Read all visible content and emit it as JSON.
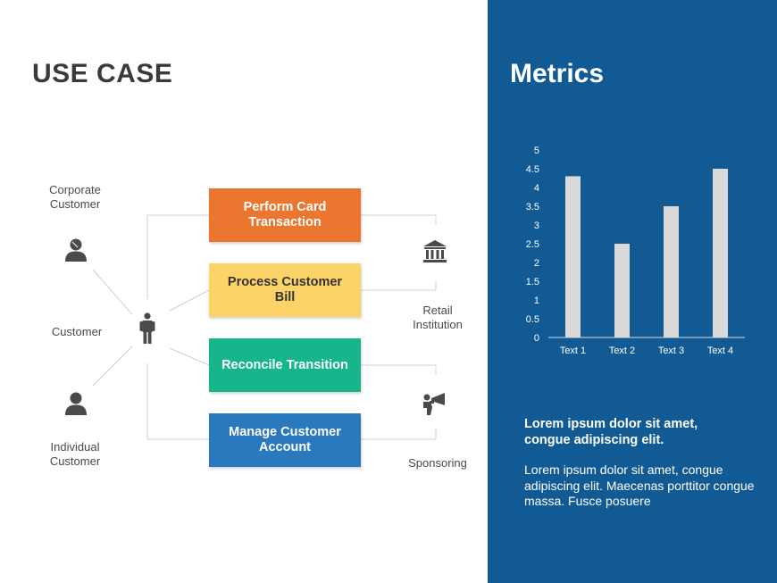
{
  "left": {
    "title": "USE CASE",
    "actors": {
      "corporate": "Corporate\nCustomer",
      "customer": "Customer",
      "individual": "Individual\nCustomer",
      "retail": "Retail\nInstitution",
      "sponsoring": "Sponsoring"
    },
    "use_cases": [
      {
        "label": "Perform Card Transaction",
        "color": "#ea7630"
      },
      {
        "label": "Process Customer Bill",
        "color": "#fcd367"
      },
      {
        "label": "Reconcile Transition",
        "color": "#17b58c"
      },
      {
        "label": "Manage Customer Account",
        "color": "#2a78be"
      }
    ],
    "icons": [
      "user-icon",
      "person-icon",
      "bank-icon",
      "megaphone-icon"
    ]
  },
  "right": {
    "title": "Metrics",
    "background": "#115a94",
    "highlight": "Lorem ipsum  dolor sit amet,\ncongue adipiscing  elit.",
    "body": "Lorem ipsum dolor sit amet, congue adipiscing elit. Maecenas porttitor congue massa. Fusce posuere"
  },
  "chart_data": {
    "type": "bar",
    "categories": [
      "Text 1",
      "Text 2",
      "Text 3",
      "Text 4"
    ],
    "values": [
      4.3,
      2.5,
      3.5,
      4.5
    ],
    "ylim": [
      0,
      5
    ],
    "yticks": [
      "0",
      "0.5",
      "1",
      "1.5",
      "2",
      "2.5",
      "3",
      "3.5",
      "4",
      "4.5",
      "5"
    ],
    "title": "",
    "xlabel": "",
    "ylabel": "",
    "grid": false,
    "bar_color": "#d9d9d9"
  }
}
